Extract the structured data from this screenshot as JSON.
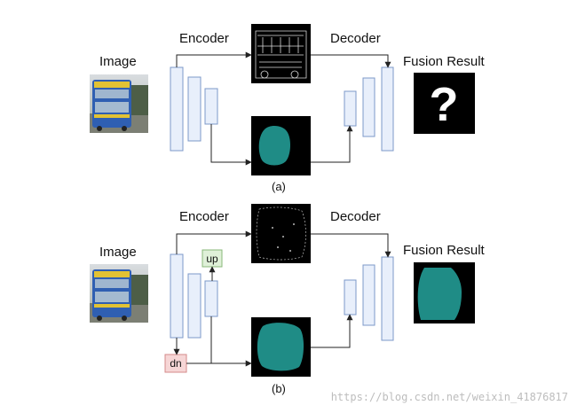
{
  "panel_a": {
    "image_label": "Image",
    "encoder_label": "Encoder",
    "decoder_label": "Decoder",
    "fusion_label": "Fusion Result",
    "fusion_symbol": "?",
    "caption": "(a)"
  },
  "panel_b": {
    "image_label": "Image",
    "encoder_label": "Encoder",
    "decoder_label": "Decoder",
    "fusion_label": "Fusion Result",
    "up_label": "up",
    "dn_label": "dn",
    "caption": "(b)"
  },
  "watermark": "https://blog.csdn.net/weixin_41876817",
  "colors": {
    "block_fill": "#e8effb",
    "block_stroke": "#7d98c8",
    "up_fill": "#dff0d8",
    "up_stroke": "#8ab87a",
    "dn_fill": "#f6d6d6",
    "dn_stroke": "#d48a8a",
    "segment_teal": "#1f8c86",
    "feature_black": "#000000"
  }
}
